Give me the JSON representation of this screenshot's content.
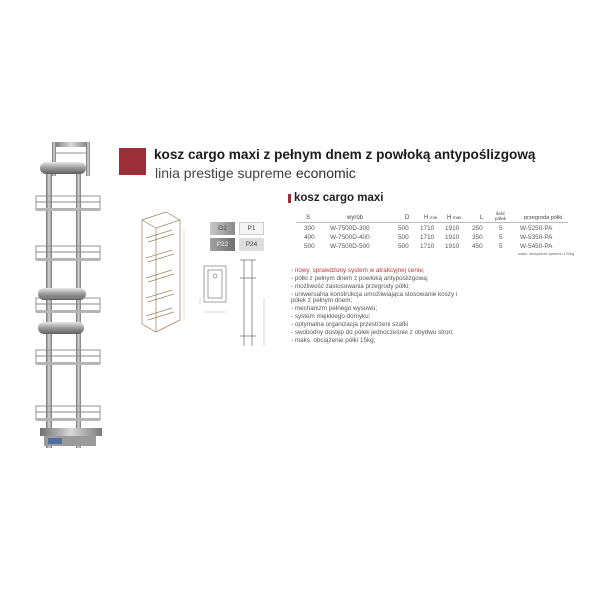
{
  "header": {
    "accent_color": "#9b2e36",
    "title": "kosz cargo maxi z pełnym dnem z powłoką antypoślizgową",
    "subtitle_plain": "linia prestige supreme",
    "subtitle_strong": "economic"
  },
  "finishes": [
    {
      "code": "G2",
      "color": "#a9a9a9"
    },
    {
      "code": "P1",
      "color": "#f4f4f4"
    },
    {
      "code": "P22",
      "color": "#888888"
    },
    {
      "code": "P24",
      "color": "#dcdcdc"
    }
  ],
  "spec": {
    "title": "kosz cargo maxi",
    "columns": {
      "s": "S",
      "wyrob": "wyrób",
      "d": "D",
      "h_min_main": "H",
      "h_min_sub": "min.",
      "h_max_main": "H",
      "h_max_sub": "max.",
      "l": "L",
      "ilosc_1": "ilość",
      "ilosc_2": "półek",
      "przegroda": "przegroda półki"
    },
    "rows": [
      {
        "s": "300",
        "wyrob": "W-7500D-300",
        "d": "500",
        "hmin": "1710",
        "hmax": "1910",
        "l": "250",
        "n": "5",
        "przegroda": "W-5250-PA"
      },
      {
        "s": "400",
        "wyrob": "W-7500D-400",
        "d": "500",
        "hmin": "1710",
        "hmax": "1910",
        "l": "350",
        "n": "5",
        "przegroda": "W-5350-PA"
      },
      {
        "s": "500",
        "wyrob": "W-7500D-500",
        "d": "500",
        "hmin": "1710",
        "hmax": "1910",
        "l": "450",
        "n": "5",
        "przegroda": "W-5450-PA"
      }
    ],
    "note": "maks. obciążenie systemu 120kg"
  },
  "features": [
    {
      "text": "- nowy, sprawdzony system w atrakcyjnej cenie;",
      "accent": true
    },
    {
      "text": "- półki z pełnym dnem z powłoką antypoślizgową;",
      "accent": false
    },
    {
      "text": "- możliwość zastosowania przegrody półki;",
      "accent": false
    },
    {
      "text": "- uniwersalna konstrukcja umożliwiająca stosowanie koszy i półek z pełnym dnem;",
      "accent": false
    },
    {
      "text": "- mechanizm pełnego wysuwu;",
      "accent": false
    },
    {
      "text": "- system miękkiego domyku;",
      "accent": false
    },
    {
      "text": "- optymalna organizacja przestrzeni szafki",
      "accent": false
    },
    {
      "text": "- swobodny dostęp do półek jednocześnie z obydwu stron;",
      "accent": false
    },
    {
      "text": "- maks. obciążenie półki 15kg;",
      "accent": false
    }
  ]
}
